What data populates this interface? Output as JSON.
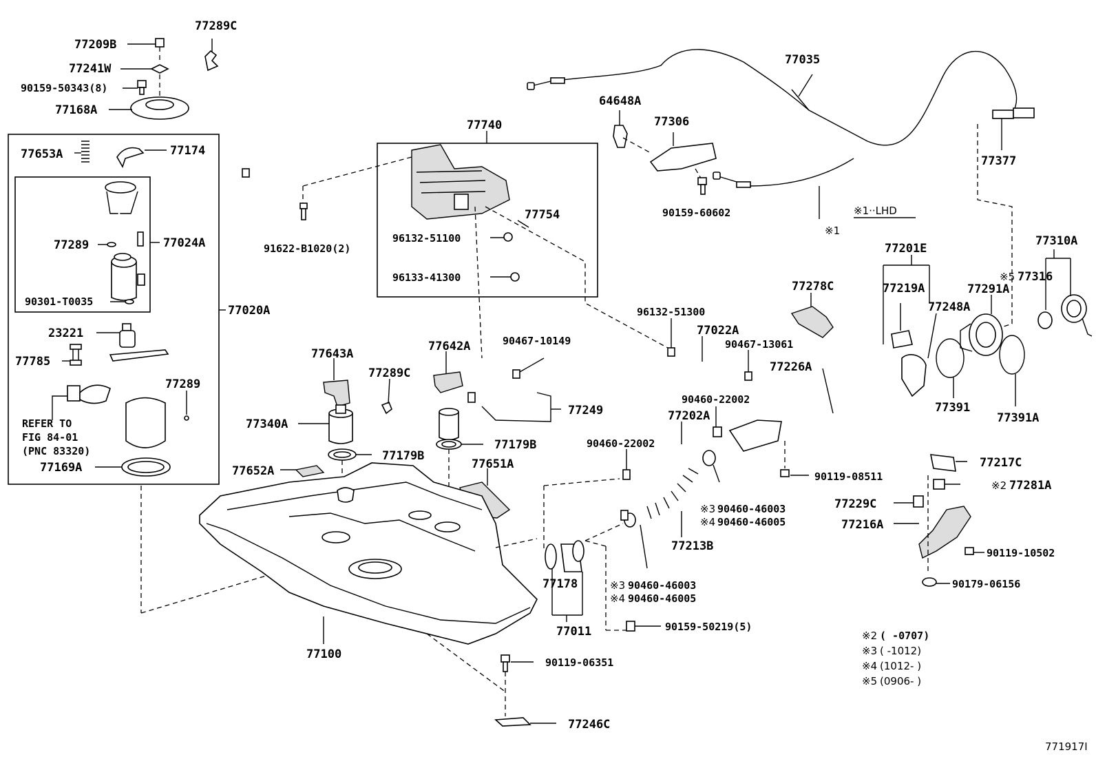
{
  "labels": {
    "p77289C_top": "77289C",
    "p77209B": "77209B",
    "p77241W": "77241W",
    "p90159_50343": "90159-50343(8)",
    "p77168A": "77168A",
    "p77653A": "77653A",
    "p77174": "77174",
    "p77289_a": "77289",
    "p77024A": "77024A",
    "p90301_T0035": "90301-T0035",
    "p23221": "23221",
    "p77785": "77785",
    "p77289_b": "77289",
    "p77020A": "77020A",
    "p77169A": "77169A",
    "p77740": "77740",
    "p91622_B1020": "91622-B1020(2)",
    "p77754": "77754",
    "p96132_51100": "96132-51100",
    "p96133_41300": "96133-41300",
    "p64648A": "64648A",
    "p77306": "77306",
    "p90159_60602": "90159-60602",
    "p77035": "77035",
    "p77377": "77377",
    "p77643A": "77643A",
    "p77642A": "77642A",
    "p77289C_mid": "77289C",
    "p90467_10149": "90467-10149",
    "p77340A": "77340A",
    "p77249": "77249",
    "p77179B_a": "77179B",
    "p77179B_b": "77179B",
    "p77652A": "77652A",
    "p77651A": "77651A",
    "p77100": "77100",
    "p90119_06351": "90119-06351",
    "p77246C": "77246C",
    "p77178": "77178",
    "p77011": "77011",
    "p90460_22002_a": "90460-22002",
    "p90460_22002_b": "90460-22002",
    "p77202A": "77202A",
    "p96132_51300": "96132-51300",
    "p77022A": "77022A",
    "p90467_13061": "90467-13061",
    "p77278C": "77278C",
    "p77226A": "77226A",
    "p77201E": "77201E",
    "p77219A": "77219A",
    "p77248A": "77248A",
    "p77291A": "77291A",
    "p77310A": "77310A",
    "p77316": "77316",
    "p77391": "77391",
    "p77391A": "77391A",
    "p90119_08511": "90119-08511",
    "p77213B": "77213B",
    "p77217C": "77217C",
    "p77281A": "77281A",
    "p77229C": "77229C",
    "p77216A": "77216A",
    "p90119_10502": "90119-10502",
    "p90179_06156": "90179-06156",
    "p90159_50219": "90159-50219(5)"
  },
  "ref_prefixed": {
    "p90460_46003_a": "90460-46003",
    "p90460_46005_a": "90460-46005",
    "p90460_46003_b": "90460-46003",
    "p90460_46005_b": "90460-46005",
    "p77316_mark": "※5",
    "p77281A_mark": "※2"
  },
  "refer_note": {
    "line1": "REFER TO",
    "line2": "FIG 84-01",
    "line3": "(PNC 83320)"
  },
  "lhd_note": {
    "text": "※1··LHD",
    "mark": "※1"
  },
  "legend": [
    {
      "mark": "※2",
      "text": "(        -0707)"
    },
    {
      "mark": "※3",
      "text": "(    -1012)"
    },
    {
      "mark": "※4",
      "text": "(1012-     )"
    },
    {
      "mark": "※5",
      "text": "(0906-     )"
    }
  ],
  "marks": {
    "m3": "※3",
    "m4": "※4"
  },
  "figure_id": "771917I"
}
